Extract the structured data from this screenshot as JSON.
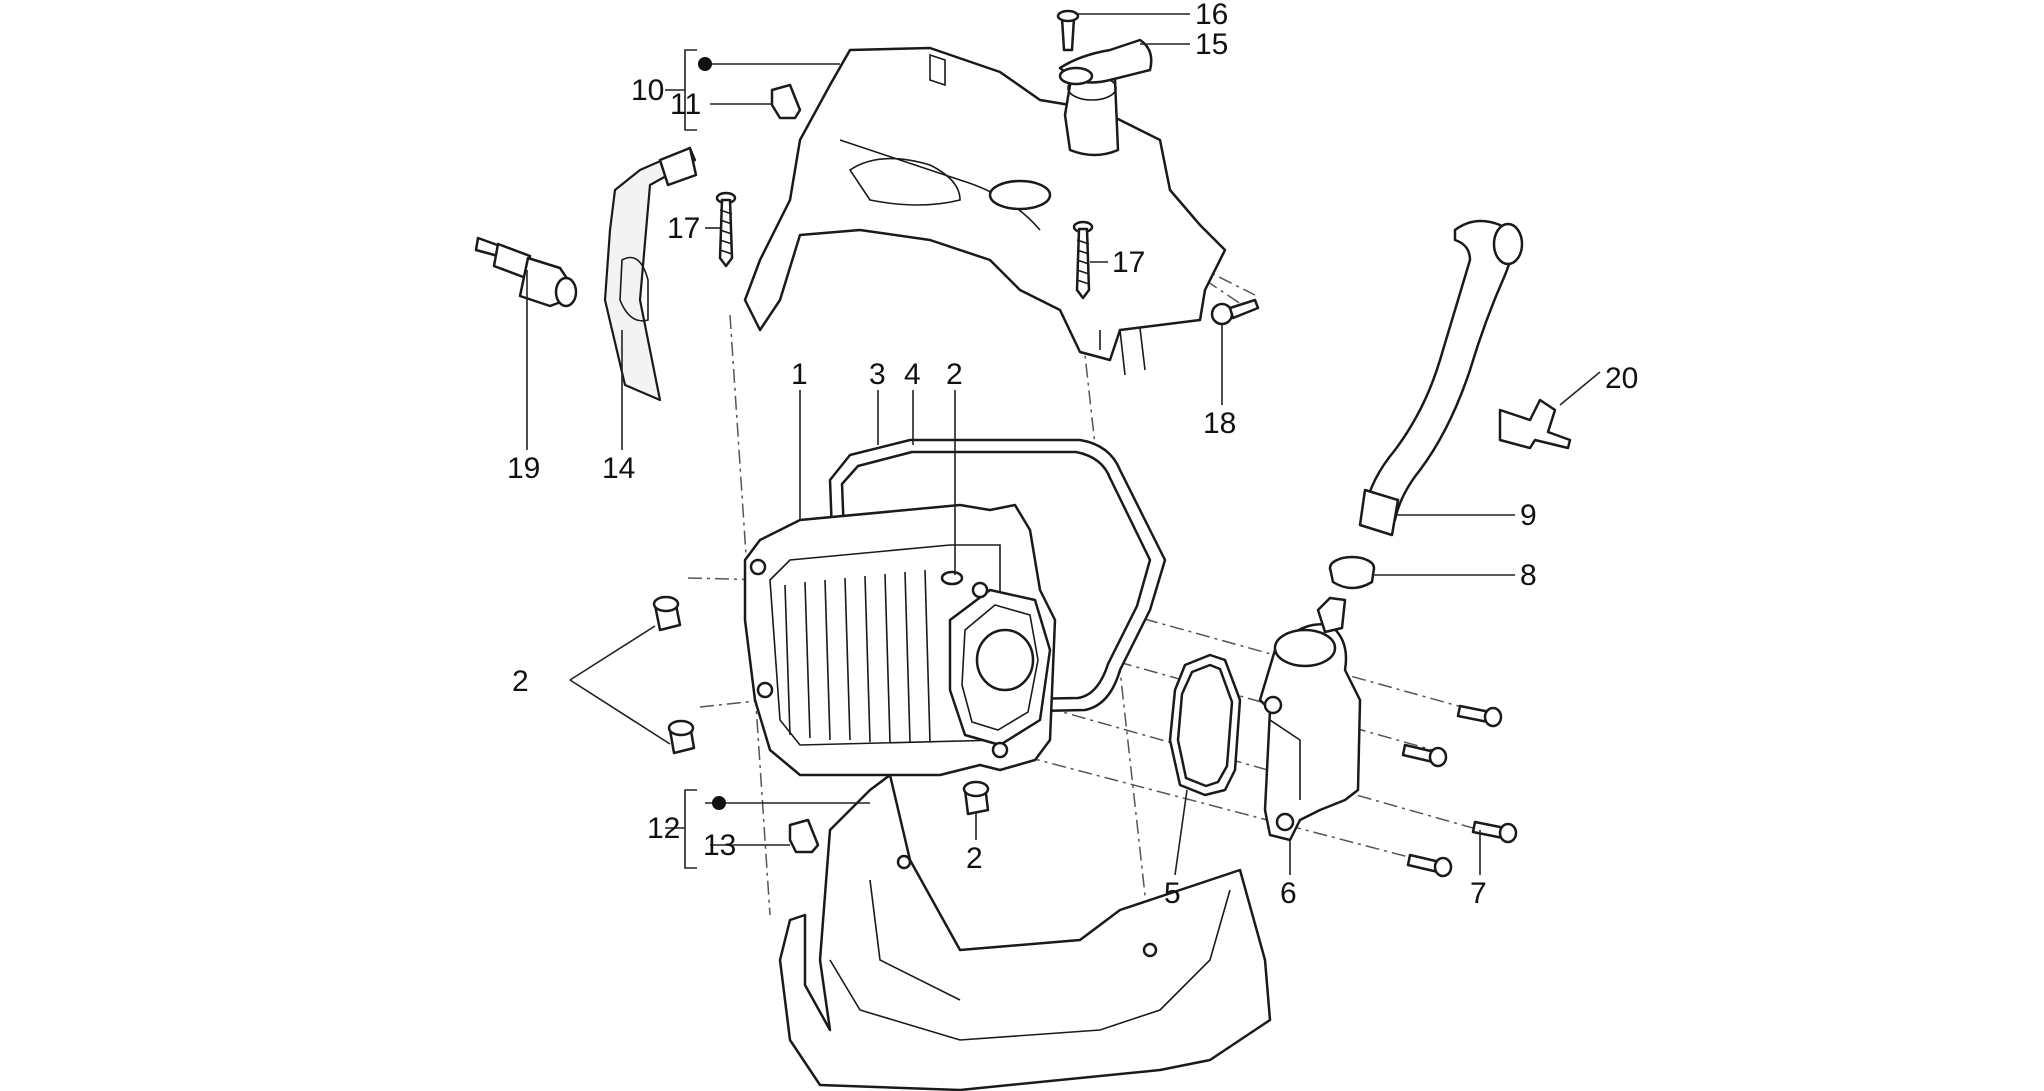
{
  "diagram": {
    "labels": [
      {
        "id": "l16",
        "text": "16"
      },
      {
        "id": "l15",
        "text": "15"
      },
      {
        "id": "l10",
        "text": "10"
      },
      {
        "id": "l11",
        "text": "11"
      },
      {
        "id": "l17a",
        "text": "17"
      },
      {
        "id": "l17b",
        "text": "17"
      },
      {
        "id": "l18",
        "text": "18"
      },
      {
        "id": "l20",
        "text": "20"
      },
      {
        "id": "l19",
        "text": "19"
      },
      {
        "id": "l14",
        "text": "14"
      },
      {
        "id": "l1",
        "text": "1"
      },
      {
        "id": "l3",
        "text": "3"
      },
      {
        "id": "l4",
        "text": "4"
      },
      {
        "id": "l2a",
        "text": "2"
      },
      {
        "id": "l9",
        "text": "9"
      },
      {
        "id": "l8",
        "text": "8"
      },
      {
        "id": "l2b",
        "text": "2"
      },
      {
        "id": "l2c",
        "text": "2"
      },
      {
        "id": "l12",
        "text": "12"
      },
      {
        "id": "l13",
        "text": "13"
      },
      {
        "id": "l5",
        "text": "5"
      },
      {
        "id": "l6",
        "text": "6"
      },
      {
        "id": "l7",
        "text": "7"
      }
    ]
  }
}
